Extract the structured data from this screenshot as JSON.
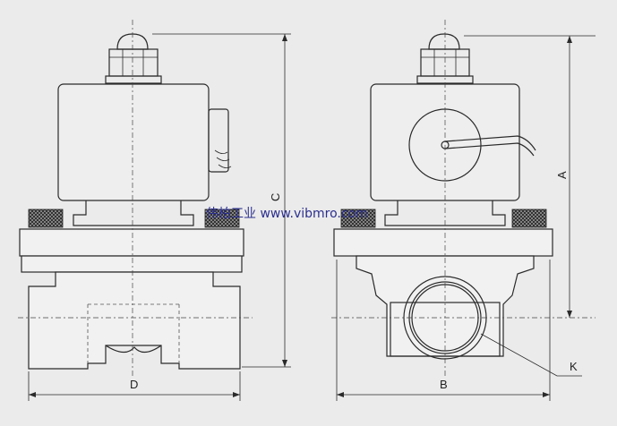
{
  "labels": {
    "A": "A",
    "B": "B",
    "C": "C",
    "D": "D",
    "K": "K"
  },
  "watermark": "伟柏工业 www.vibmro.com"
}
